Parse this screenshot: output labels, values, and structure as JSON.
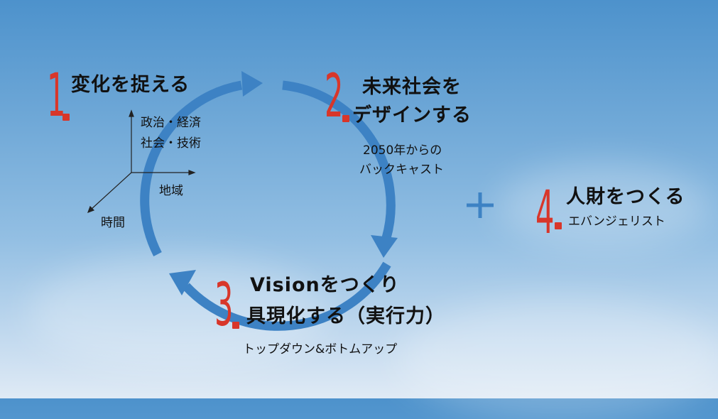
{
  "step1": {
    "number": "1",
    "title": "変化を捉える",
    "axis_y_line1": "政治・経済",
    "axis_y_line2": "社会・技術",
    "axis_x": "地域",
    "axis_z": "時間"
  },
  "step2": {
    "number": "2",
    "title_line1": "未来社会を",
    "title_line2": "デザインする",
    "sub_line1": "2050年からの",
    "sub_line2": "バックキャスト"
  },
  "step3": {
    "number": "3",
    "title_line1": "Visionをつくり",
    "title_line2": "具現化する（実行力）",
    "sub": "トップダウン&ボトムアップ"
  },
  "plus": "+",
  "step4": {
    "number": "4",
    "title": "人財をつくる",
    "sub": "エバンジェリスト"
  },
  "colors": {
    "accent": "#d8362a",
    "arrow": "#3d82c4",
    "text": "#111111"
  }
}
